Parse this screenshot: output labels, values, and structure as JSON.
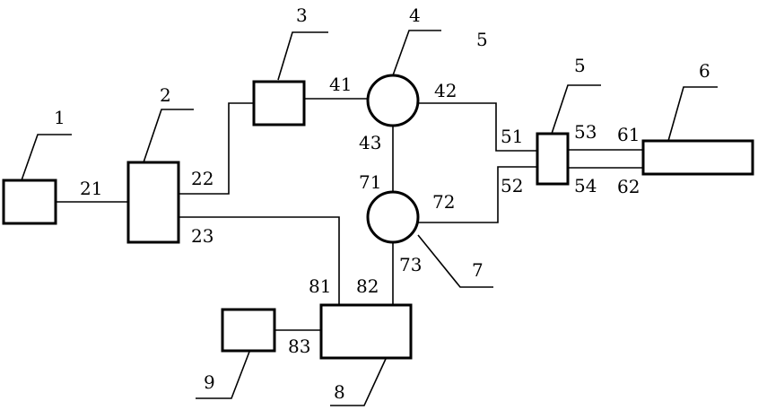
{
  "components": {
    "c1": "1",
    "c2": "2",
    "c3": "3",
    "c4": "4",
    "c5_top": "5",
    "c5": "5",
    "c6": "6",
    "c7": "7",
    "c8": "8",
    "c9": "9"
  },
  "ports": {
    "p21": "21",
    "p22": "22",
    "p23": "23",
    "p41": "41",
    "p42": "42",
    "p43": "43",
    "p51": "51",
    "p52": "52",
    "p53": "53",
    "p54": "54",
    "p61": "61",
    "p62": "62",
    "p71": "71",
    "p72": "72",
    "p73": "73",
    "p81": "81",
    "p82": "82",
    "p83": "83"
  }
}
